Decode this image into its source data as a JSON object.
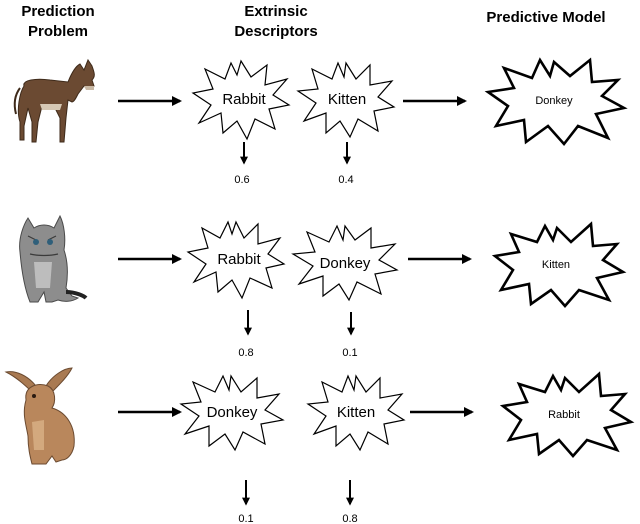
{
  "headers": {
    "prediction_problem": [
      "Prediction",
      "Problem"
    ],
    "extrinsic_descriptors": [
      "Extrinsic",
      "Descriptors"
    ],
    "predictive_model": "Predictive Model"
  },
  "rows": [
    {
      "animal": "donkey",
      "descriptors": [
        {
          "label": "Rabbit",
          "score": "0.6"
        },
        {
          "label": "Kitten",
          "score": "0.4"
        }
      ],
      "model_label": "Donkey"
    },
    {
      "animal": "kitten",
      "descriptors": [
        {
          "label": "Rabbit",
          "score": "0.8"
        },
        {
          "label": "Donkey",
          "score": "0.1"
        }
      ],
      "model_label": "Kitten"
    },
    {
      "animal": "rabbit",
      "descriptors": [
        {
          "label": "Donkey",
          "score": "0.1"
        },
        {
          "label": "Kitten",
          "score": "0.8"
        }
      ],
      "model_label": "Rabbit"
    }
  ]
}
